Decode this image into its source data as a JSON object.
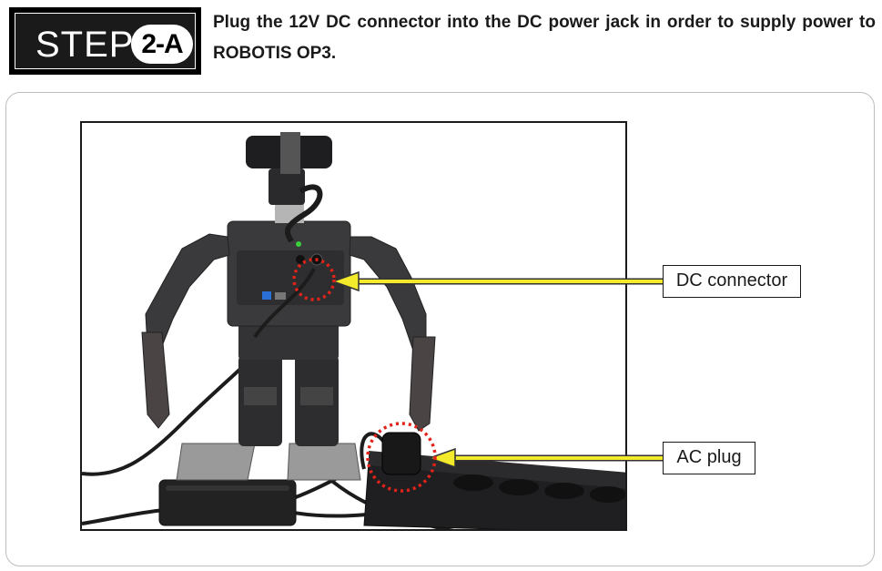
{
  "header": {
    "step_word": "STEP",
    "step_id": "2-A",
    "instruction": "Plug the 12V DC connector into the DC power jack in order to supply power to ROBOTIS OP3."
  },
  "callouts": [
    {
      "label": "DC connector"
    },
    {
      "label": "AC plug"
    }
  ],
  "colors": {
    "arrow": "#f2ea2a",
    "highlight_circle": "#e2231a",
    "robot_body": "#3a3a3c"
  }
}
